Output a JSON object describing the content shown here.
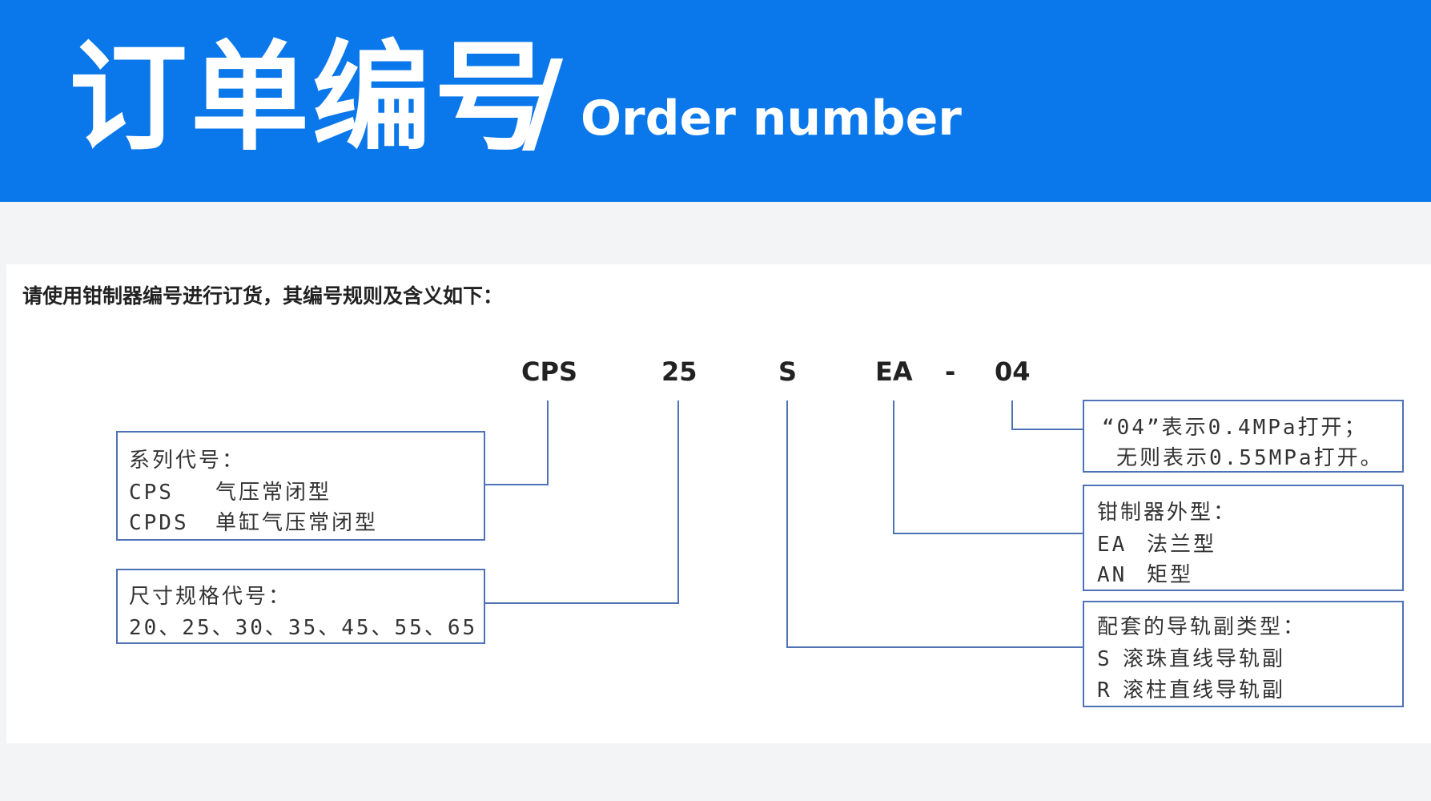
{
  "header": {
    "title_cn": "订单编号",
    "slash": "/",
    "title_en": "Order number",
    "background_color": "#0a78ea"
  },
  "intro": "请使用钳制器编号进行订货，其编号规则及含义如下：",
  "code": {
    "parts": [
      "CPS",
      "25",
      "S",
      "EA",
      "-",
      "04"
    ]
  },
  "boxes": {
    "series": {
      "title": "系列代号：",
      "rows": [
        {
          "code": "CPS",
          "desc": "气压常闭型"
        },
        {
          "code": "CPDS",
          "desc": "单缸气压常闭型"
        }
      ]
    },
    "size": {
      "title": "尺寸规格代号：",
      "values": "20、25、30、35、45、55、65"
    },
    "pressure": {
      "line1": "“04”表示0.4MPa打开；",
      "line2": "无则表示0.55MPa打开。"
    },
    "shape": {
      "title": "钳制器外型：",
      "rows": [
        {
          "code": "EA",
          "desc": "法兰型"
        },
        {
          "code": "AN",
          "desc": "矩型"
        }
      ]
    },
    "rail": {
      "title": "配套的导轨副类型：",
      "rows": [
        {
          "code": "S",
          "desc": "滚珠直线导轨副"
        },
        {
          "code": "R",
          "desc": "滚柱直线导轨副"
        }
      ]
    }
  },
  "line_color": "#4d72b5"
}
